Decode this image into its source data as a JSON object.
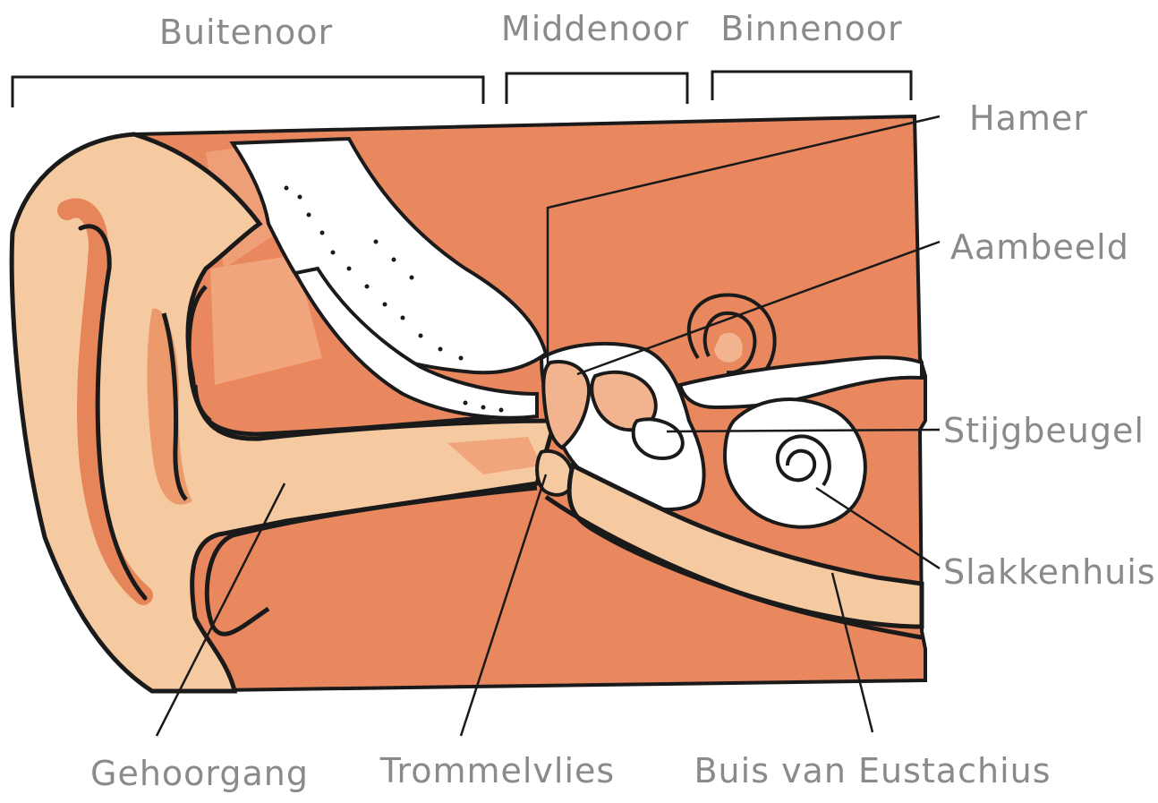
{
  "diagram": {
    "sections": [
      {
        "label": "Buitenoor"
      },
      {
        "label": "Middenoor"
      },
      {
        "label": "Binnenoor"
      }
    ],
    "callouts_right": [
      {
        "label": "Hamer"
      },
      {
        "label": "Aambeeld"
      },
      {
        "label": "Stijgbeugel"
      },
      {
        "label": "Slakkenhuis"
      }
    ],
    "callouts_bottom": [
      {
        "label": "Gehoorgang"
      },
      {
        "label": "Trommelvlies"
      },
      {
        "label": "Buis van Eustachius"
      }
    ],
    "colors": {
      "tissue": "#e9875f",
      "tissue_light": "#f2b48e",
      "skin": "#f6caa1",
      "skin_deep": "#ec9a6b",
      "bone": "#ffffff",
      "outline": "#1a1a1a",
      "label_text": "#8a8a8a"
    }
  }
}
